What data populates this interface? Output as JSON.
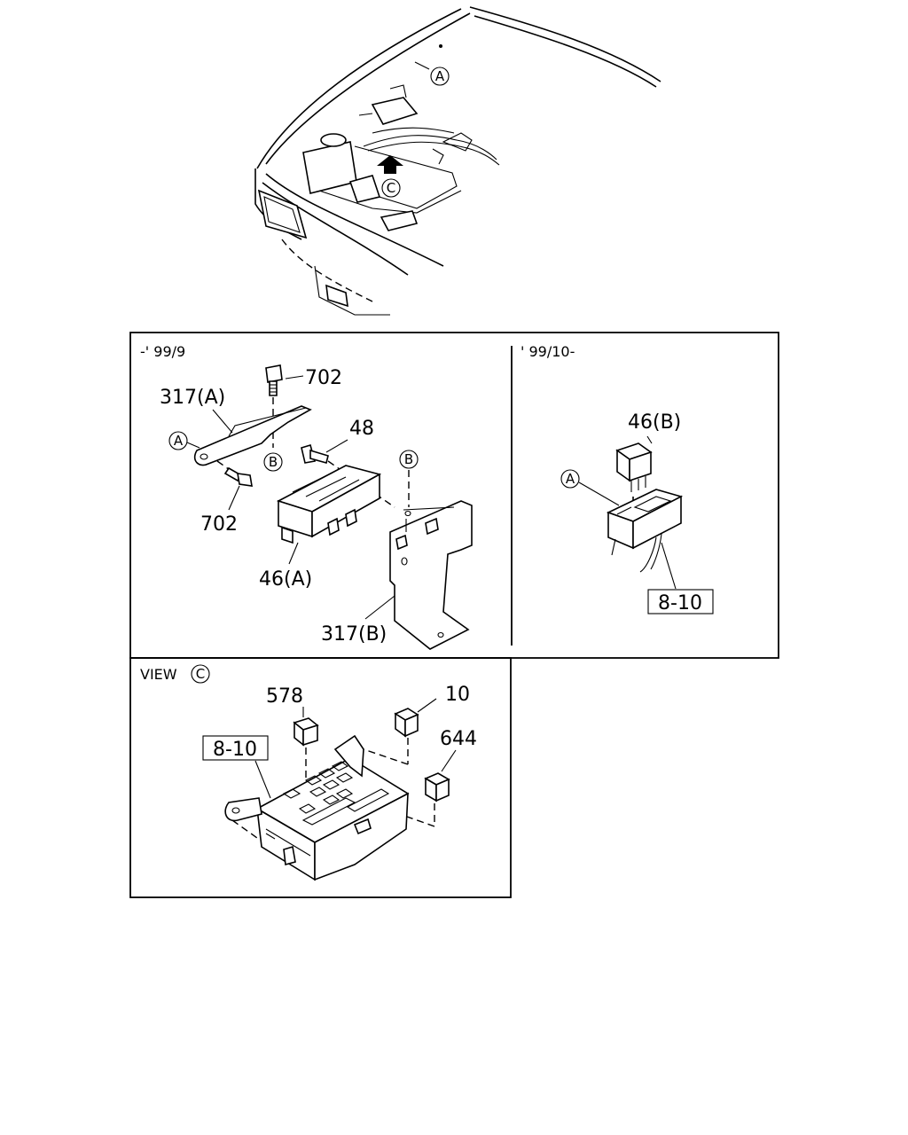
{
  "panels": {
    "top_left_title": "-' 99/9",
    "top_right_title": "' 99/10-",
    "bottom_title_prefix": "VIEW"
  },
  "callouts": {
    "A": "A",
    "B": "B",
    "C": "C"
  },
  "labels": {
    "bolt_702_top": "702",
    "bracket_317a": "317(A)",
    "bolt_48": "48",
    "bolt_702_bottom": "702",
    "relay_block_46a": "46(A)",
    "bracket_317b": "317(B)",
    "relay_46b": "46(B)",
    "ref_8_10_right": "8-10",
    "relay_578": "578",
    "relay_10": "10",
    "relay_644": "644",
    "ref_8_10_view": "8-10"
  }
}
